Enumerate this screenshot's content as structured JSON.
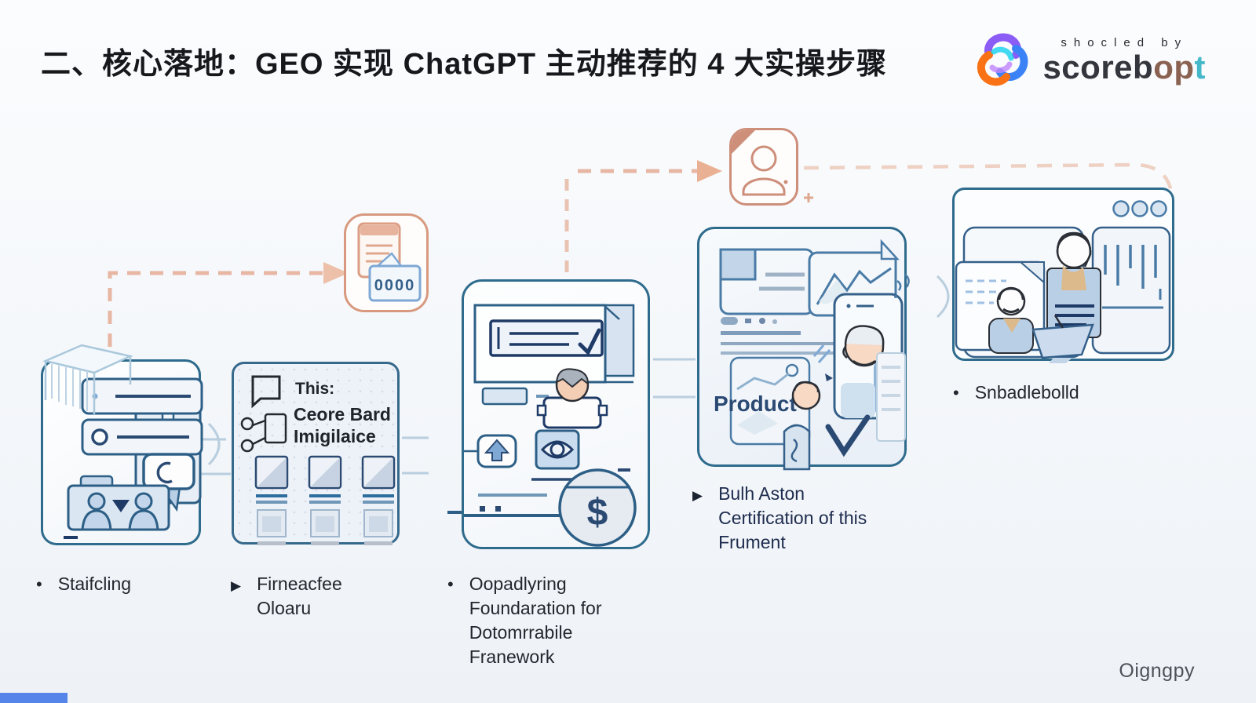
{
  "header": {
    "title": "二、核心落地：GEO 实现 ChatGPT 主动推荐的 4 大实操步骤",
    "logo": {
      "tagline": "shocled by",
      "brand_dark": "scoreb",
      "brand_mid": "op",
      "brand_accent": "t"
    }
  },
  "panels": {
    "step2": {
      "line1": "This:",
      "line2": "Ceore Bard",
      "line3": "Imigilaice"
    },
    "step3": {
      "dollar": "$"
    },
    "step4": {
      "product_label": "Product"
    },
    "doc_icon": {
      "digits": "0000"
    }
  },
  "captions": {
    "step1": {
      "bullet": "•",
      "lines": [
        "Staifcling"
      ]
    },
    "step2": {
      "bullet": "▶",
      "lines": [
        "Firneacfee",
        "Oloaru"
      ]
    },
    "step3": {
      "bullet": "•",
      "lines": [
        "Oopadlyring",
        "Foundaration for",
        "Dotomrrabile",
        "Franework"
      ]
    },
    "step4": {
      "bullet": "▶",
      "lines": [
        "Bulh Aston",
        "Certification of this",
        "Frument"
      ]
    },
    "step5": {
      "bullet": "•",
      "lines": [
        "Snbadlebolld"
      ]
    }
  },
  "footer": {
    "watermark": "Oigngpy"
  },
  "colors": {
    "panel_border": "#2e6b8c",
    "accent_salmon": "#d8997f",
    "navy": "#24416e",
    "logo_teal": "#45b8c9",
    "logo_brown": "#8a6252",
    "fill_blue": "#c3d5ea"
  }
}
